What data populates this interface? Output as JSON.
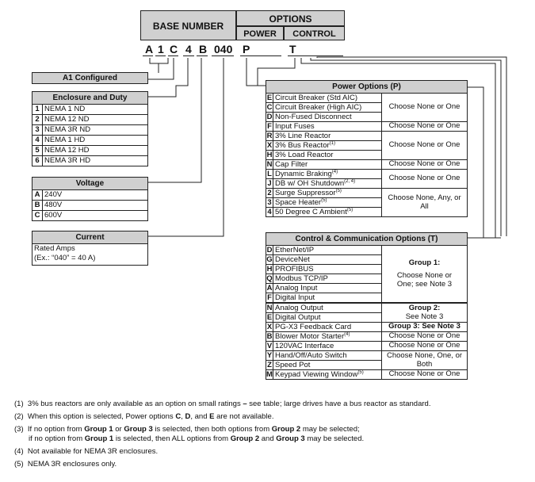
{
  "header": {
    "base_number": "BASE NUMBER",
    "options": "OPTIONS",
    "power": "POWER",
    "control": "CONTROL"
  },
  "model": {
    "a": "A",
    "one": "1",
    "c": "C",
    "four": "4",
    "b": "B",
    "amps": "040",
    "p": "P",
    "t": "T"
  },
  "a1_configured": "A1 Configured",
  "enclosure": {
    "title": "Enclosure and Duty",
    "items": [
      {
        "code": "1",
        "label": "NEMA 1 ND"
      },
      {
        "code": "2",
        "label": "NEMA 12 ND"
      },
      {
        "code": "3",
        "label": "NEMA 3R ND"
      },
      {
        "code": "4",
        "label": "NEMA 1 HD"
      },
      {
        "code": "5",
        "label": "NEMA 12 HD"
      },
      {
        "code": "6",
        "label": "NEMA 3R HD"
      }
    ]
  },
  "voltage": {
    "title": "Voltage",
    "items": [
      {
        "code": "A",
        "label": "240V"
      },
      {
        "code": "B",
        "label": "480V"
      },
      {
        "code": "C",
        "label": "600V"
      }
    ]
  },
  "current": {
    "title": "Current",
    "line1": "Rated Amps",
    "line2": "(Ex.: “040” = 40 A)"
  },
  "power_options": {
    "title": "Power Options (P)",
    "rows": [
      {
        "code": "E",
        "label": "Circuit Breaker (Std AIC)"
      },
      {
        "code": "C",
        "label": "Circuit Breaker (High AIC)"
      },
      {
        "code": "D",
        "label": "Non-Fused Disconnect"
      },
      {
        "code": "F",
        "label": "Input Fuses"
      },
      {
        "code": "R",
        "label": "3% Line Reactor"
      },
      {
        "code": "X",
        "label": "3% Bus Reactor",
        "sup": "(1)"
      },
      {
        "code": "H",
        "label": "3% Load Reactor"
      },
      {
        "code": "N",
        "label": "Cap Filter"
      },
      {
        "code": "L",
        "label": "Dynamic Braking",
        "sup": "(4)"
      },
      {
        "code": "J",
        "label": "DB w/ OH Shutdown",
        "sup": "(2, 4)"
      },
      {
        "code": "2",
        "label": "Surge Suppressor",
        "sup": "(5)"
      },
      {
        "code": "3",
        "label": "Space Heater",
        "sup": "(5)"
      },
      {
        "code": "4",
        "label": "50 Degree C Ambient",
        "sup": "(5)"
      }
    ],
    "choices": {
      "g1": "Choose None or One",
      "g2": "Choose None or One",
      "g3": "Choose None or One",
      "g4": "Choose None or One",
      "g5": "Choose None or One",
      "g6": "Choose None, Any, or All"
    }
  },
  "control_options": {
    "title": "Control & Communication Options (T)",
    "rows": [
      {
        "code": "D",
        "label": "EtherNet/IP"
      },
      {
        "code": "G",
        "label": "DeviceNet"
      },
      {
        "code": "H",
        "label": "PROFIBUS"
      },
      {
        "code": "Q",
        "label": "Modbus TCP/IP"
      },
      {
        "code": "A",
        "label": "Analog Input"
      },
      {
        "code": "F",
        "label": "Digital Input"
      },
      {
        "code": "N",
        "label": "Analog Output"
      },
      {
        "code": "E",
        "label": "Digital Output"
      },
      {
        "code": "X",
        "label": "PG-X3 Feedback Card"
      },
      {
        "code": "B",
        "label": "Blower Motor Starter",
        "sup": "(4)"
      },
      {
        "code": "V",
        "label": "120VAC Interface"
      },
      {
        "code": "Y",
        "label": "Hand/Off/Auto Switch"
      },
      {
        "code": "Z",
        "label": "Speed Pot"
      },
      {
        "code": "M",
        "label": "Keypad Viewing Window",
        "sup": "(5)"
      }
    ],
    "choices": {
      "group1_title": "Group 1:",
      "group1_text": "Choose None or One; see Note 3",
      "group2_title": "Group 2:",
      "group2_text": "See Note 3",
      "group3": "Group 3: See Note 3",
      "blower": "Choose None or One",
      "interface": "Choose None or One",
      "switch": "Choose None, One, or Both",
      "keypad": "Choose None or One"
    }
  },
  "notes": {
    "n1_num": "(1)",
    "n1_a": "3% bus reactors are only available as an option on small ratings",
    "n1_b": " – ",
    "n1_c": "see table; large drives have a bus reactor as standard.",
    "n2_num": "(2)",
    "n2_a": "When this option is selected, Power options ",
    "n2_b": "C",
    "n2_c": ", ",
    "n2_d": "D",
    "n2_e": ", and ",
    "n2_f": "E",
    "n2_g": " are not available.",
    "n3_num": "(3)",
    "n3_a": "If no option from ",
    "n3_b": "Group 1",
    "n3_c": " or ",
    "n3_d": "Group 3",
    "n3_e": " is selected, then both options from ",
    "n3_f": "Group 2",
    "n3_g": " may be selected;",
    "n3b_a": "if no option from ",
    "n3b_b": "Group 1",
    "n3b_c": " is selected, then ALL options from ",
    "n3b_d": "Group 2",
    "n3b_e": " and ",
    "n3b_f": "Group 3",
    "n3b_g": " may be selected.",
    "n4_num": "(4)",
    "n4_a": "Not available for NEMA 3R enclosures.",
    "n5_num": "(5)",
    "n5_a": "NEMA 3R enclosures only."
  }
}
